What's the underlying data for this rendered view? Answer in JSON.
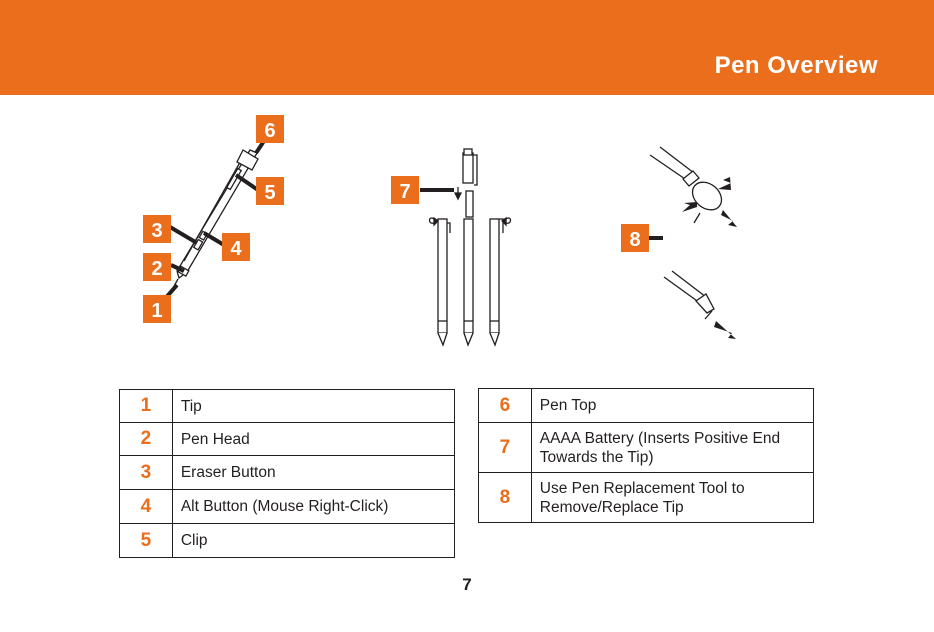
{
  "header": {
    "title": "Pen Overview",
    "color": "#ea6e1b"
  },
  "callouts": [
    "1",
    "2",
    "3",
    "4",
    "5",
    "6",
    "7",
    "8"
  ],
  "legend_left": [
    {
      "num": "1",
      "label": "Tip"
    },
    {
      "num": "2",
      "label": "Pen Head"
    },
    {
      "num": "3",
      "label": "Eraser Button"
    },
    {
      "num": "4",
      "label": "Alt Button (Mouse Right-Click)"
    },
    {
      "num": "5",
      "label": "Clip"
    }
  ],
  "legend_right": [
    {
      "num": "6",
      "label": "Pen Top"
    },
    {
      "num": "7",
      "label": "AAAA Battery (Inserts Positive End Towards the Tip)"
    },
    {
      "num": "8",
      "label": "Use Pen Replacement Tool to Remove/Replace Tip"
    }
  ],
  "page_number": "7"
}
